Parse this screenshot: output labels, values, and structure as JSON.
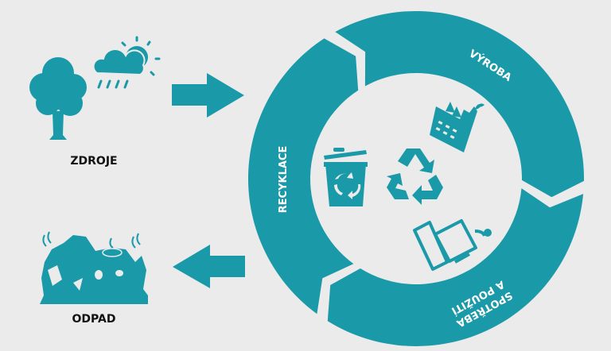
{
  "colors": {
    "accent": "#1a9aa8",
    "background": "#ebebeb",
    "label": "#111111"
  },
  "left": {
    "sources_label": "ZDROJE",
    "waste_label": "ODPAD",
    "icons": [
      "tree-icon",
      "rain-cloud-sun-icon",
      "waste-pile-icon",
      "arrow-right-icon",
      "arrow-left-icon"
    ]
  },
  "cycle": {
    "segments": [
      {
        "label": "RECYKLACE"
      },
      {
        "label": "VÝROBA"
      },
      {
        "label_line1": "SPOTŘEBA",
        "label_line2": "A POUŽITÍ"
      }
    ],
    "center_icons": [
      "trash-bin-recycle-icon",
      "recycle-icon",
      "factory-icon",
      "computer-icon"
    ]
  }
}
